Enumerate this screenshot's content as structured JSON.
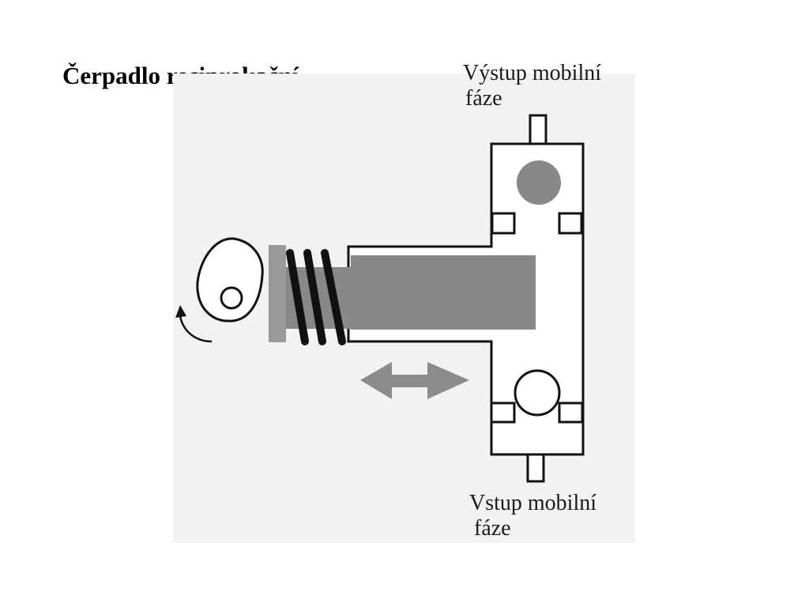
{
  "slide": {
    "title": "Čerpadlo reciprokační"
  },
  "diagram": {
    "outlet_label": {
      "line1": "Výstup mobilní",
      "line2": "fáze"
    },
    "inlet_label": {
      "line1": "Vstup mobilní",
      "line2": "fáze"
    },
    "colors": {
      "panel_background": "#f2f2f2",
      "outline": "#111111",
      "piston_fill": "#888888",
      "spring": "#111111",
      "arrow_fill": "#8c8c8c",
      "ball_fill": "#888888"
    },
    "icons": [
      "cam-icon",
      "rotation-arrow-icon",
      "spring-icon",
      "double-arrow-icon",
      "check-valve-ball-icon"
    ]
  }
}
